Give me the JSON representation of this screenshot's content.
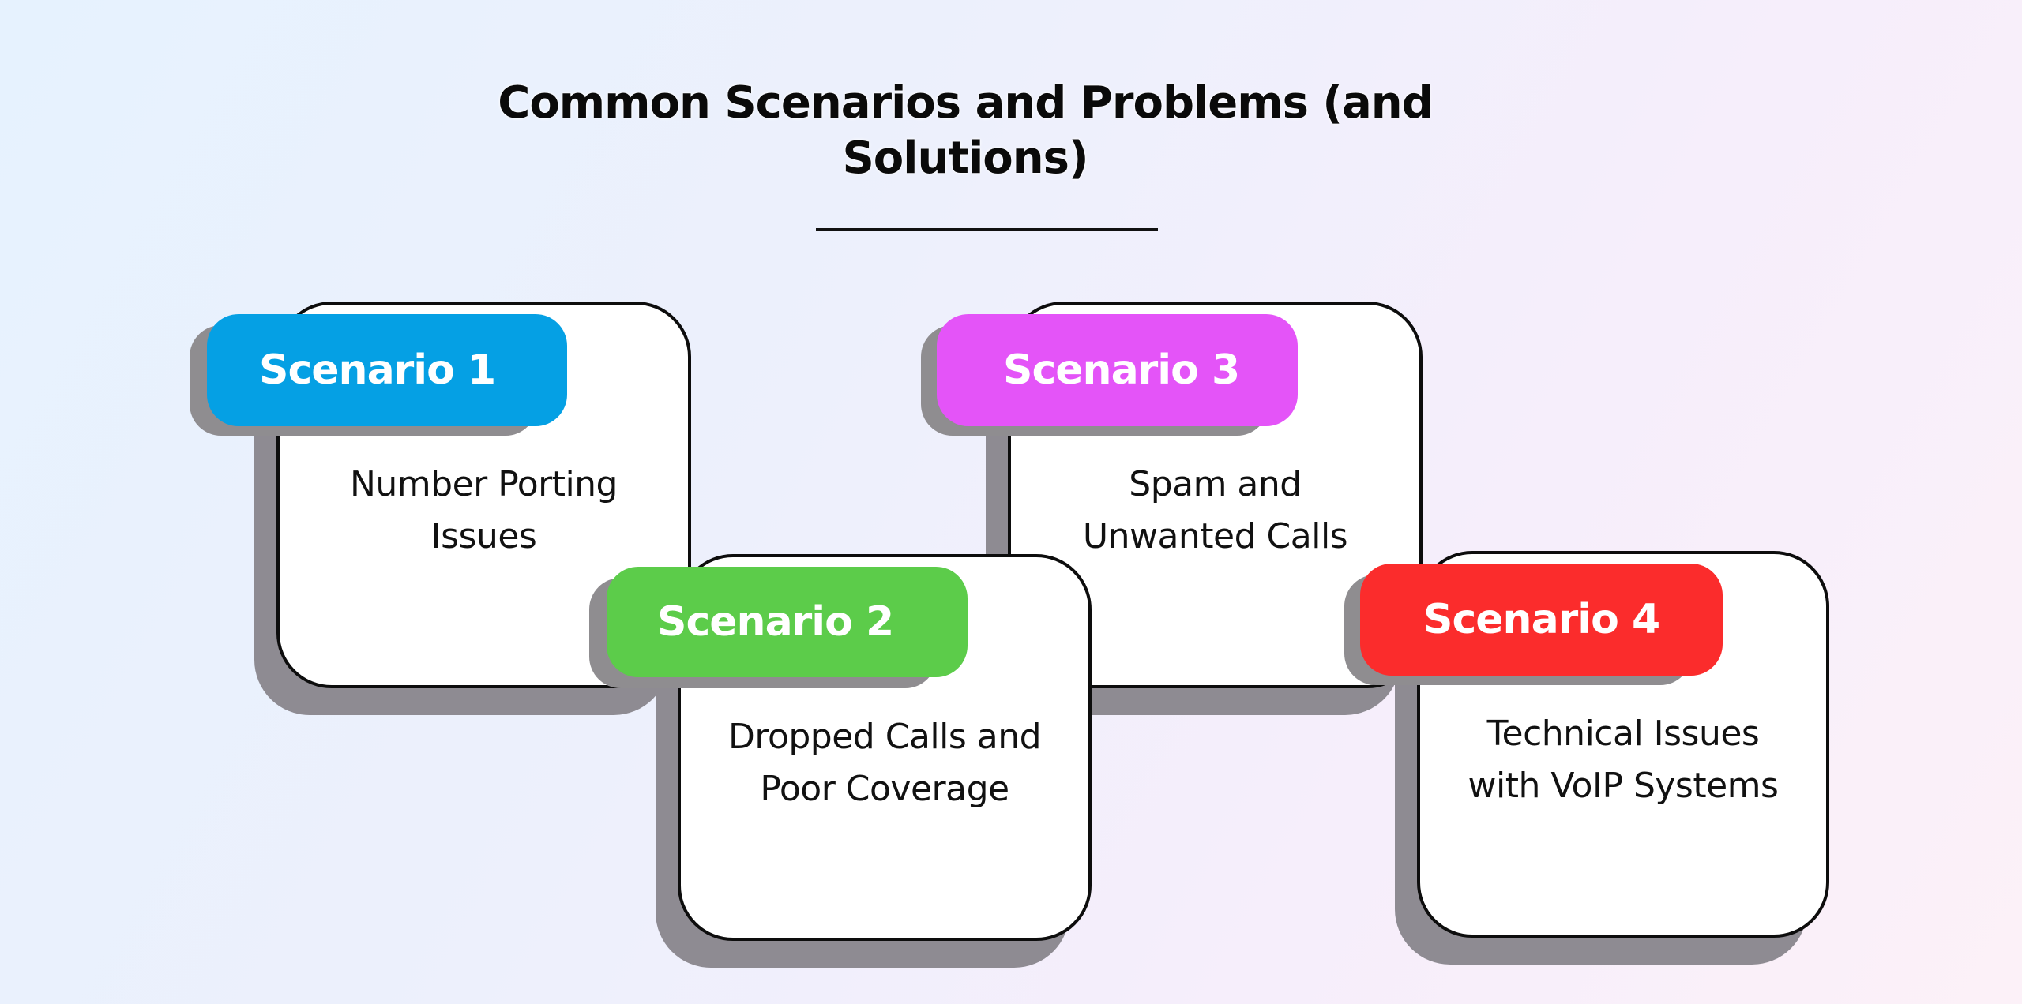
{
  "title": {
    "line1": "Common Scenarios and Problems (and",
    "line2": "Solutions)"
  },
  "scenarios": [
    {
      "label": "Scenario 1",
      "text": "Number Porting\nIssues",
      "color": "#05a0e4"
    },
    {
      "label": "Scenario 2",
      "text": "Dropped Calls and\nPoor Coverage",
      "color": "#5ccc4a"
    },
    {
      "label": "Scenario 3",
      "text": "Spam and\nUnwanted Calls",
      "color": "#e454f8"
    },
    {
      "label": "Scenario 4",
      "text": "Technical Issues\nwith VoIP Systems",
      "color": "#fb2c2c"
    }
  ]
}
